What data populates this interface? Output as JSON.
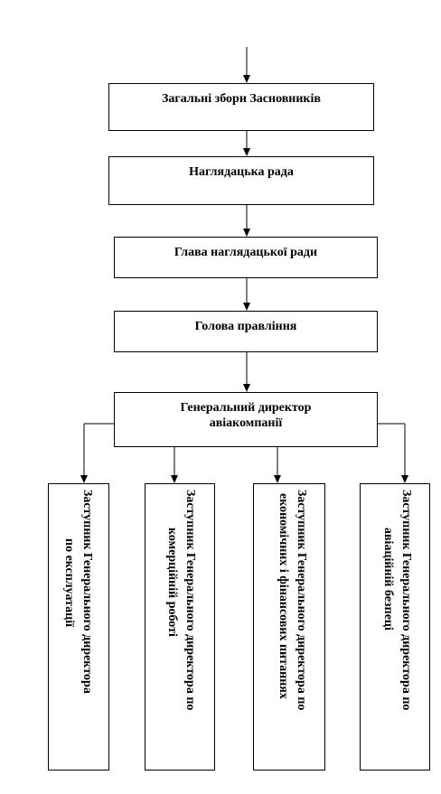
{
  "boxes": {
    "general_meeting": "Загальні збори Засновників",
    "supervisory_board": "Наглядацька рада",
    "supervisory_head": "Глава наглядацької ради",
    "board_chairman": "Голова правління",
    "general_director_line1": "Генеральний директор",
    "general_director_line2": "авіакомпанії"
  },
  "deputies": [
    {
      "line1": "Заступник  Генерального директора",
      "line2": "по експлуатації"
    },
    {
      "line1": "Заступник Генерального директора по",
      "line2": "комерційній роботі"
    },
    {
      "line1": "Заступник Генерального директора по",
      "line2": "економічних і фінансових питаннях"
    },
    {
      "line1": "Заступник Генерального директора по",
      "line2": "авіаційній безпеці"
    }
  ]
}
